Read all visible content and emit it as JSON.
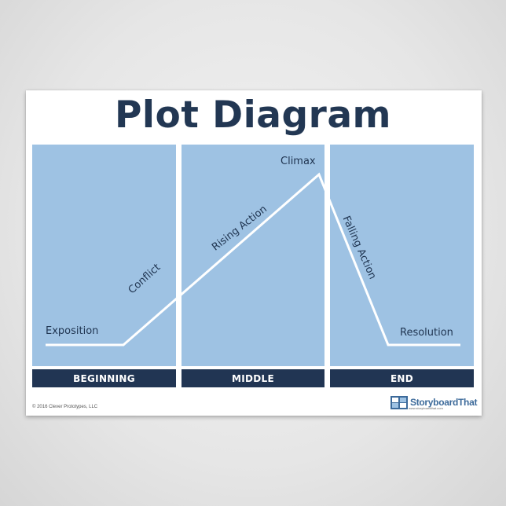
{
  "title": "Plot Diagram",
  "sections": [
    "BEGINNING",
    "MIDDLE",
    "END"
  ],
  "labels": {
    "exposition": "Exposition",
    "conflict": "Conflict",
    "rising_action": "Rising Action",
    "climax": "Climax",
    "falling_action": "Falling Action",
    "resolution": "Resolution"
  },
  "footer": {
    "copyright": "© 2016 Clever Prototypes, LLC",
    "brand": "StoryboardThat",
    "url": "www.storyboardthat.com"
  },
  "colors": {
    "panel": "#9ec2e3",
    "bar": "#213553",
    "title": "#223753",
    "line": "#ffffff"
  }
}
